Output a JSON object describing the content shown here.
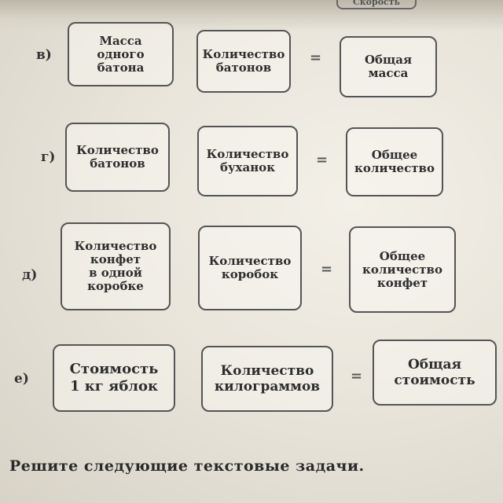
{
  "top_cut_box": "Скорость",
  "rows": [
    {
      "letter": "в)",
      "box1": "Масса\nодного\nбатона",
      "box2": "Количество\nбатонов",
      "eq": "=",
      "box3": "Общая\nмасса"
    },
    {
      "letter": "г)",
      "box1": "Количество\nбатонов",
      "box2": "Количество\nбуханок",
      "eq": "=",
      "box3": "Общее\nколичество"
    },
    {
      "letter": "д)",
      "box1": "Количество\nконфет\nв одной\nкоробке",
      "box2": "Количество\nкоробок",
      "eq": "=",
      "box3": "Общее\nколичество\nконфет"
    },
    {
      "letter": "е)",
      "box1": "Стоимость\n1 кг яблок",
      "box2": "Количество\nкилограммов",
      "eq": "=",
      "box3": "Общая\nстоимость"
    }
  ],
  "footer": "Решите следующие текстовые задачи."
}
